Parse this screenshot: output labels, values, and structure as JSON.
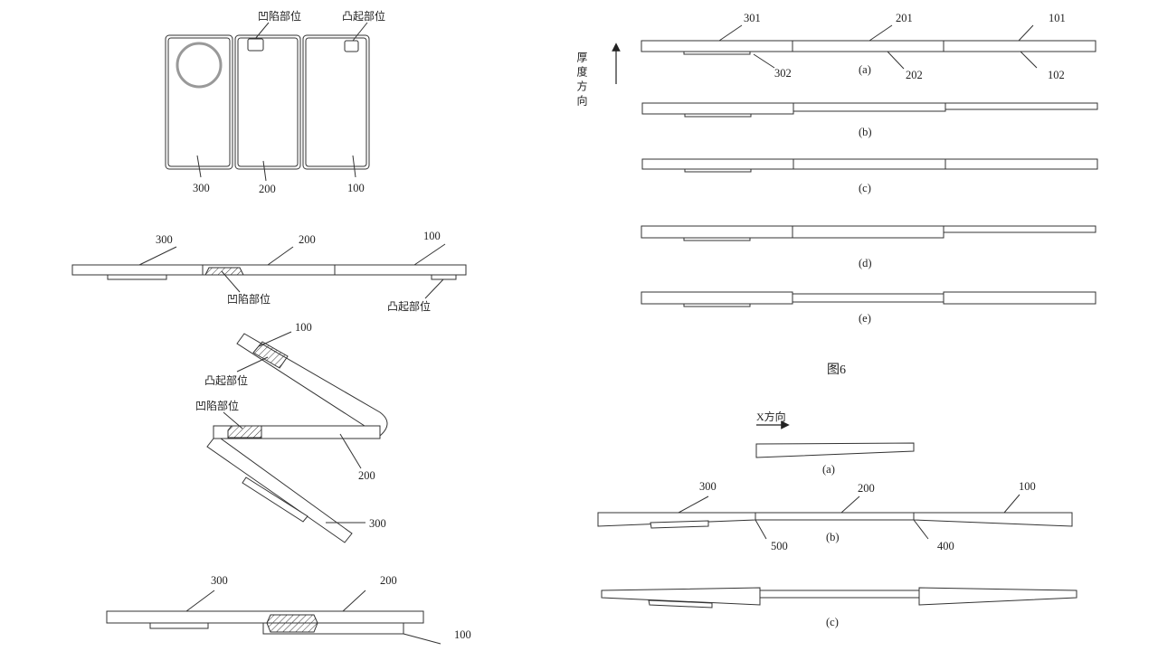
{
  "left": {
    "top_view": {
      "concave_label": "凹陷部位",
      "convex_label": "凸起部位",
      "labels": [
        "300",
        "200",
        "100"
      ]
    },
    "flat_view": {
      "label_300": "300",
      "label_200": "200",
      "label_100": "100",
      "concave_label": "凹陷部位",
      "convex_label": "凸起部位"
    },
    "folded_view": {
      "label_100": "100",
      "convex_label": "凸起部位",
      "concave_label": "凹陷部位",
      "label_200": "200",
      "label_300": "300"
    },
    "closed_view": {
      "label_300": "300",
      "label_200": "200",
      "label_100": "100"
    }
  },
  "right": {
    "fig6": {
      "axis_label": "厚度方向",
      "labels": {
        "l301": "301",
        "l201": "201",
        "l101": "101",
        "l302": "302",
        "l202": "202",
        "l102": "102"
      },
      "captions": [
        "(a)",
        "(b)",
        "(c)",
        "(d)",
        "(e)"
      ],
      "figure_title": "图6"
    },
    "fig7": {
      "direction_label": "X方向",
      "caption_a": "(a)",
      "caption_b": "(b)",
      "caption_c": "(c)",
      "labels": {
        "l300": "300",
        "l200": "200",
        "l100": "100",
        "l500": "500",
        "l400": "400"
      }
    }
  }
}
